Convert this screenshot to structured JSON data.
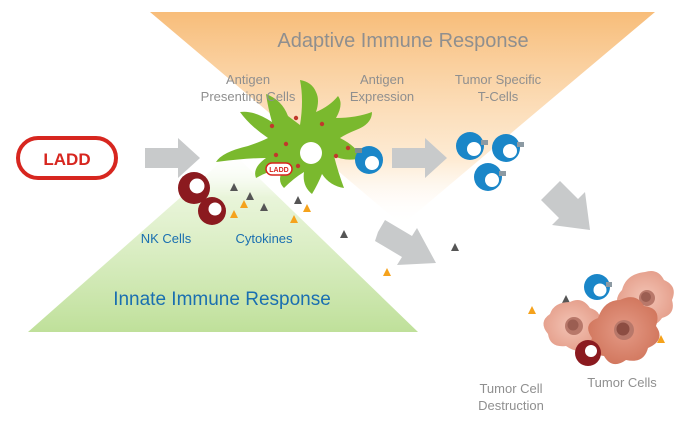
{
  "labels": {
    "adaptive_title": "Adaptive Immune Response",
    "innate_title": "Innate Immune Response",
    "apc_line1": "Antigen",
    "apc_line2": "Presenting Cells",
    "antigen_line1": "Antigen",
    "antigen_line2": "Expression",
    "tcell_line1": "Tumor Specific",
    "tcell_line2": "T-Cells",
    "nk_cells": "NK Cells",
    "cytokines": "Cytokines",
    "destruction_line1": "Tumor Cell",
    "destruction_line2": "Destruction",
    "tumor_cells": "Tumor Cells",
    "ladd_badge": "LADD",
    "ladd_small": "LADD"
  },
  "colors": {
    "adaptive_fill": "#f9c88f",
    "innate_fill": "#c8e6a5",
    "ladd_red": "#d7261f",
    "apc_green": "#7ab92e",
    "nk_maroon": "#8b1a1f",
    "tcell_blue": "#1a86c8",
    "tumor_pink": "#e8a08e",
    "arrow_gray": "#c8cacb",
    "cytokine_orange": "#f5a21c",
    "cytokine_gray": "#555555"
  }
}
